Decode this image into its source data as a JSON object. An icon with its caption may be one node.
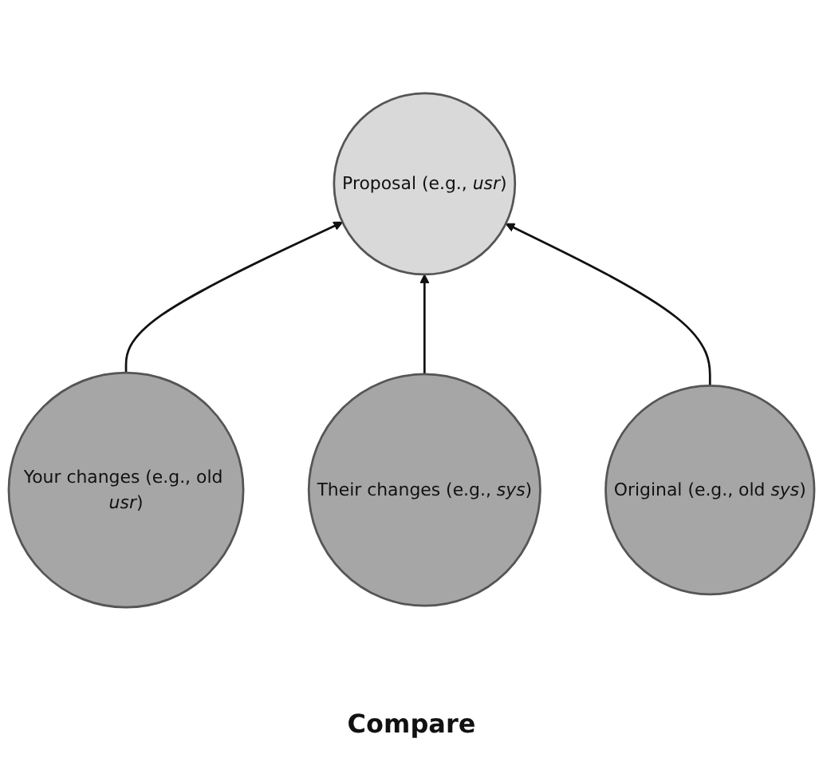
{
  "diagram": {
    "nodes": [
      {
        "text": [
          "Proposal (e.g., *usr*)"
        ]
      },
      {
        "text": [
          "Your changes (e.g., old *usr*)"
        ]
      },
      {
        "text": [
          "Their changes (e.g., *sys*)"
        ]
      },
      {
        "text": [
          "Original (e.g., old *sys*)"
        ]
      }
    ],
    "edges": [
      {
        "from": 1,
        "to": 0,
        "arrow": "to"
      },
      {
        "from": 2,
        "to": 0,
        "arrow": "to"
      },
      {
        "from": 3,
        "to": 0,
        "arrow": "to"
      }
    ],
    "labels": [
      "Compare"
    ]
  }
}
